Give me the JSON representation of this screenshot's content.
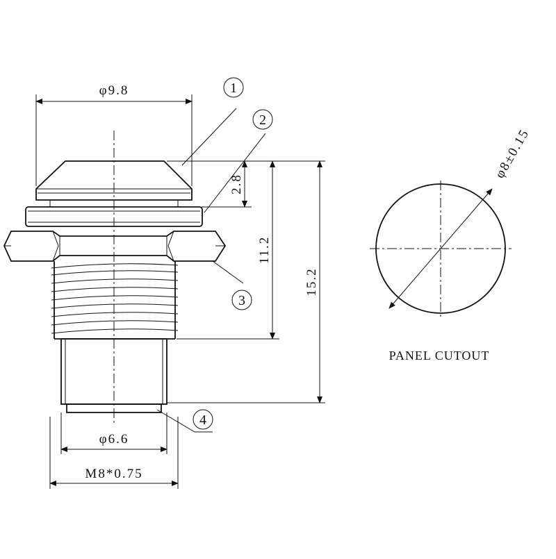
{
  "drawing": {
    "callouts": [
      {
        "id": "1",
        "symbol": "①"
      },
      {
        "id": "2",
        "symbol": "②"
      },
      {
        "id": "3",
        "symbol": "③"
      },
      {
        "id": "4",
        "symbol": "④"
      }
    ],
    "dimensions": {
      "top_diameter": "φ9.8",
      "bottom_diameter": "φ6.6",
      "thread_spec": "M8*0.75",
      "head_height": "2.8",
      "body_height": "11.2",
      "total_height": "15.2",
      "cutout_diameter": "φ8±0.15"
    },
    "panel_cutout_label": "PANEL CUTOUT"
  }
}
